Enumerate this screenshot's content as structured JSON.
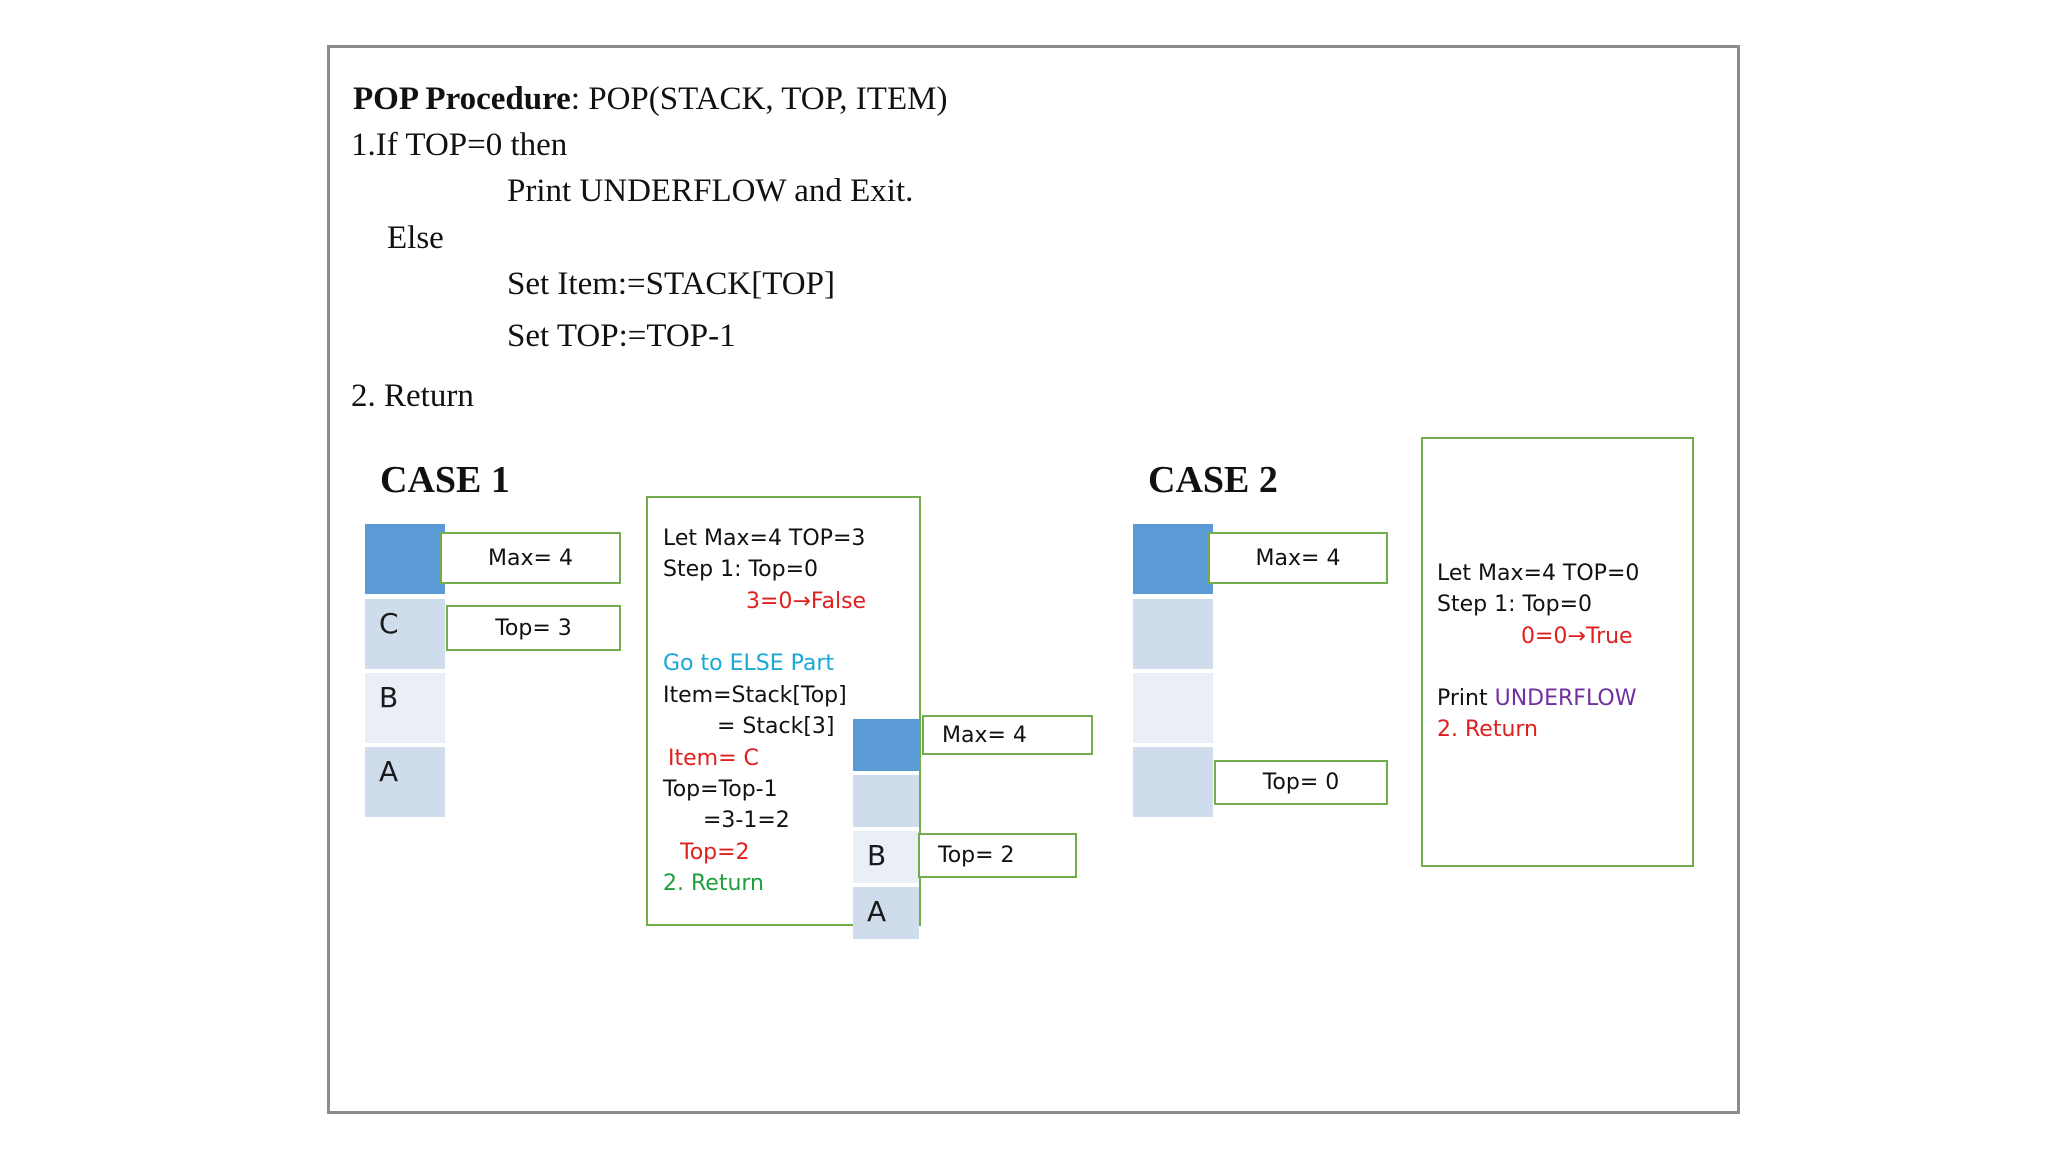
{
  "procedure": {
    "title_bold": "POP Procedure",
    "title_rest": ":  POP(STACK, TOP, ITEM)",
    "line1": "1.If TOP=0 then",
    "line2": "Print UNDERFLOW and Exit.",
    "line3": "Else",
    "line4": "Set Item:=STACK[TOP]",
    "line5": "Set TOP:=TOP-1",
    "line6": "2. Return"
  },
  "case1": {
    "title": "CASE 1",
    "stack_cells": [
      "",
      "C",
      "B",
      "A"
    ],
    "max_label": "Max= 4",
    "top_label": "Top= 3",
    "trace": {
      "l1": "Let Max=4 TOP=3",
      "l2": "Step 1: Top=0",
      "l3": "3=0→False",
      "l4": "Go to ELSE Part",
      "l5": "Item=Stack[Top]",
      "l6": "= Stack[3]",
      "l7": "Item= C",
      "l8": "Top=Top-1",
      "l9": "=3-1=2",
      "l10": "Top=2",
      "l11": "2. Return"
    },
    "result_stack_cells": [
      "",
      "",
      "B",
      "A"
    ],
    "result_max_label": "Max= 4",
    "result_top_label": "Top= 2"
  },
  "case2": {
    "title": "CASE 2",
    "stack_cells": [
      "",
      "",
      "",
      ""
    ],
    "max_label": "Max= 4",
    "top_label": "Top= 0",
    "trace": {
      "l1": "Let Max=4 TOP=0",
      "l2": "Step 1: Top=0",
      "l3": "0=0→True",
      "l4a": "Print ",
      "l4b": "UNDERFLOW",
      "l5": "2. Return"
    }
  },
  "colors": {
    "cell_dark": "#5b9bd5",
    "cell_light": "#cfdcec",
    "cell_lighter": "#e9eef7",
    "box_border": "#72ad4c",
    "red": "#e0201f",
    "cyan": "#1aa8d6",
    "green": "#1f9e3c",
    "purple": "#7030a0"
  }
}
